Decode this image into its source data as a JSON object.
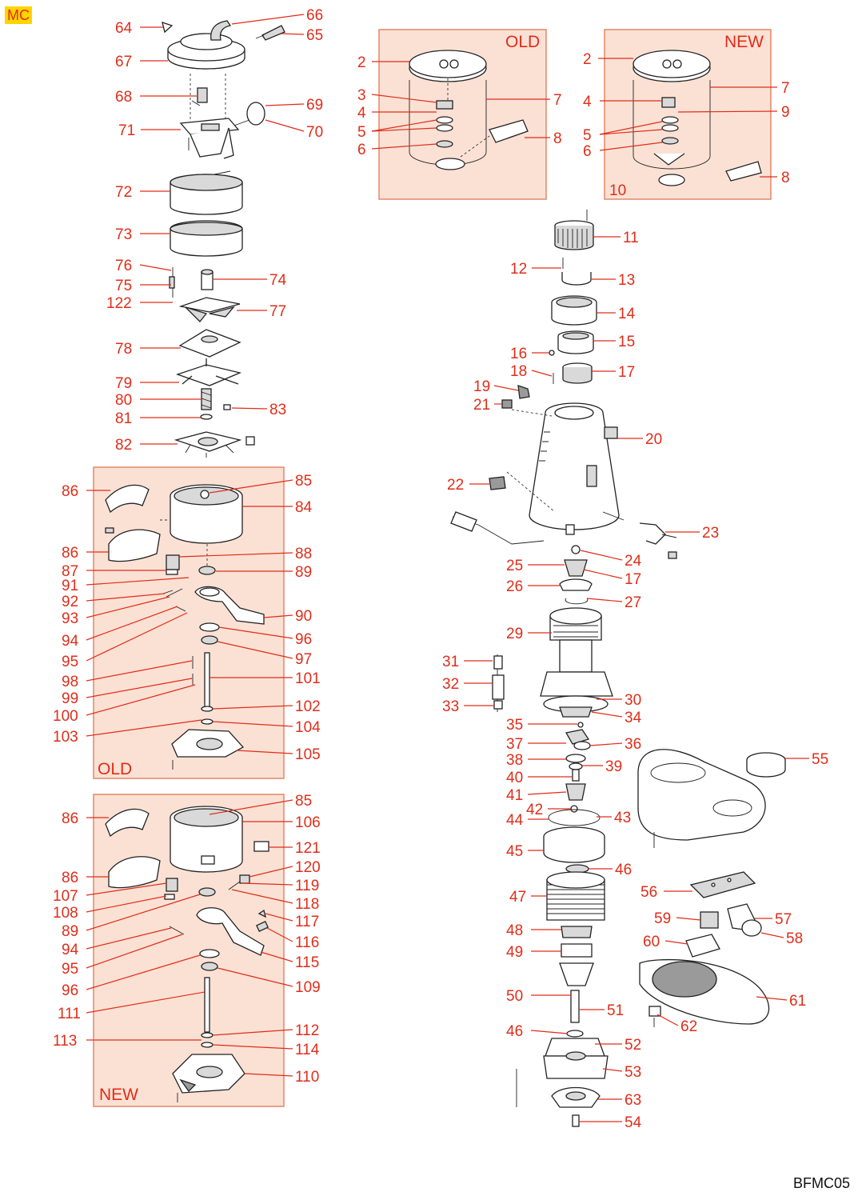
{
  "corner_tag": "MC",
  "drawing_code": "BFMC05",
  "panels": {
    "top_old": "OLD",
    "top_new": "NEW",
    "left_old": "OLD",
    "left_new": "NEW",
    "top_new_sub": "10"
  },
  "callouts": [
    "64",
    "66",
    "65",
    "67",
    "68",
    "69",
    "71",
    "70",
    "72",
    "73",
    "76",
    "74",
    "75",
    "122",
    "77",
    "78",
    "79",
    "80",
    "83",
    "81",
    "82",
    "2",
    "3",
    "4",
    "5",
    "6",
    "7",
    "8",
    "9",
    "11",
    "12",
    "13",
    "14",
    "15",
    "16",
    "17",
    "18",
    "19",
    "21",
    "20",
    "22",
    "23",
    "24",
    "25",
    "26",
    "27",
    "29",
    "31",
    "30",
    "32",
    "33",
    "34",
    "35",
    "36",
    "37",
    "38",
    "39",
    "40",
    "41",
    "42",
    "43",
    "44",
    "45",
    "46",
    "47",
    "48",
    "49",
    "50",
    "51",
    "52",
    "53",
    "63",
    "54",
    "55",
    "56",
    "57",
    "58",
    "59",
    "60",
    "61",
    "62",
    "84",
    "85",
    "86",
    "87",
    "88",
    "89",
    "90",
    "91",
    "92",
    "93",
    "94",
    "95",
    "96",
    "97",
    "98",
    "99",
    "100",
    "101",
    "102",
    "103",
    "104",
    "105",
    "106",
    "107",
    "108",
    "109",
    "110",
    "111",
    "112",
    "113",
    "114",
    "115",
    "116",
    "117",
    "118",
    "119",
    "120",
    "121"
  ]
}
